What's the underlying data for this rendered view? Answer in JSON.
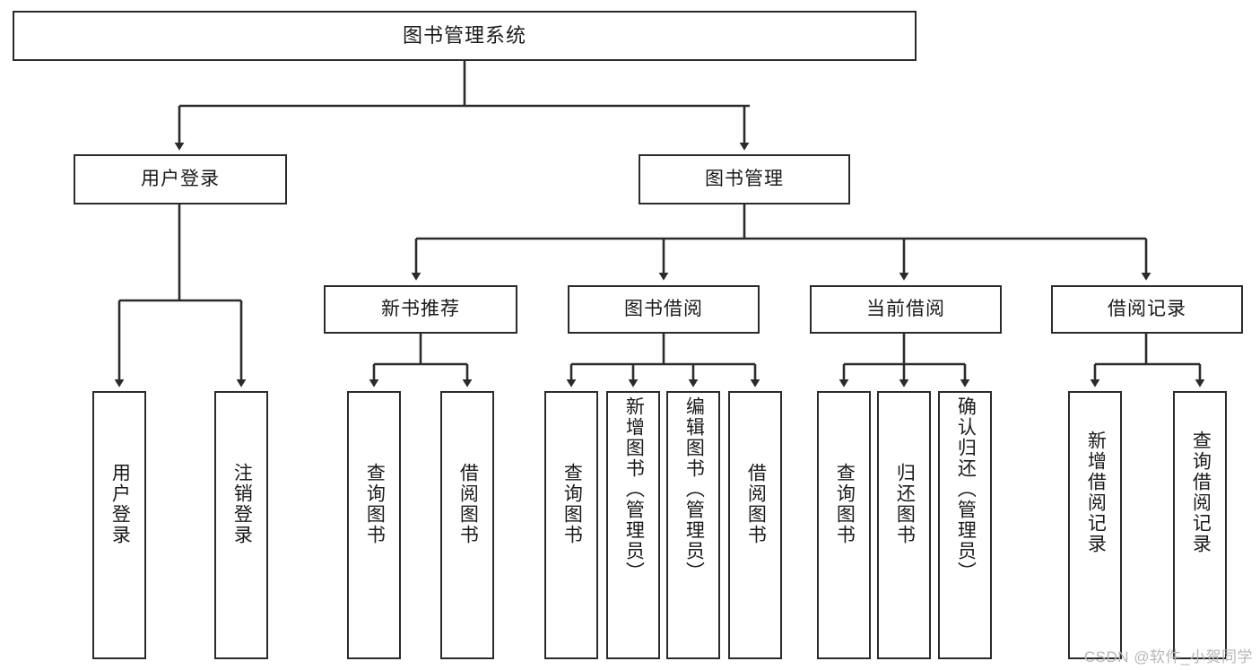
{
  "diagram": {
    "title": "图书管理系统",
    "type": "tree-hierarchy-chart",
    "watermark": "CSDN @软件_小贺同学",
    "colors": {
      "stroke": "#2b2b2b",
      "fill": "#ffffff",
      "text": "#1a1a1a",
      "watermark": "#b7b7b7"
    }
  },
  "nodes": {
    "root": {
      "label": "图书管理系统"
    },
    "level1": [
      {
        "id": "user-login",
        "label": "用户登录"
      },
      {
        "id": "book-manage",
        "label": "图书管理"
      }
    ],
    "level2": [
      {
        "id": "new-book-recommend",
        "label": "新书推荐"
      },
      {
        "id": "book-borrow",
        "label": "图书借阅"
      },
      {
        "id": "current-borrow",
        "label": "当前借阅"
      },
      {
        "id": "borrow-record",
        "label": "借阅记录"
      }
    ],
    "leaves": {
      "user_login": [
        {
          "id": "leaf-user-login",
          "label": "用户登录"
        },
        {
          "id": "leaf-logout-login",
          "label": "注销登录"
        }
      ],
      "new_book_recommend": [
        {
          "id": "leaf-query-book-1",
          "label": "查询图书"
        },
        {
          "id": "leaf-borrow-book-1",
          "label": "借阅图书"
        }
      ],
      "book_borrow": [
        {
          "id": "leaf-query-book-2",
          "label": "查询图书"
        },
        {
          "id": "leaf-add-book",
          "label": "新增图书（管理员）"
        },
        {
          "id": "leaf-edit-book",
          "label": "编辑图书（管理员）"
        },
        {
          "id": "leaf-borrow-book-2",
          "label": "借阅图书"
        }
      ],
      "current_borrow": [
        {
          "id": "leaf-query-book-3",
          "label": "查询图书"
        },
        {
          "id": "leaf-return-book",
          "label": "归还图书"
        },
        {
          "id": "leaf-confirm-return",
          "label": "确认归还（管理员）"
        }
      ],
      "borrow_record": [
        {
          "id": "leaf-add-record",
          "label": "新增借阅记录"
        },
        {
          "id": "leaf-query-record",
          "label": "查询借阅记录"
        }
      ]
    }
  }
}
